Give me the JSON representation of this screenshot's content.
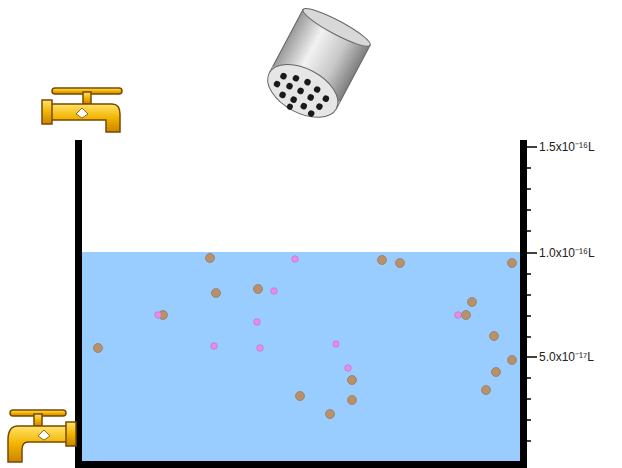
{
  "diagram": {
    "labels": [
      "1.5x10⁻¹⁶L",
      "1.0x10⁻¹⁶L",
      "5.0x10⁻¹⁷L"
    ]
  }
}
